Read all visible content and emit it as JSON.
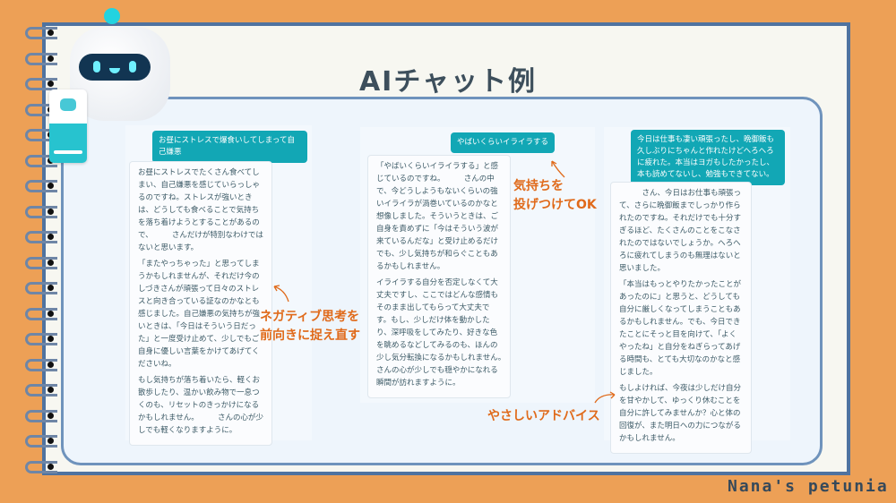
{
  "title": "AIチャット例",
  "brand": "Nana's petunia",
  "colors": {
    "background": "#EDA056",
    "accent": "#12a7b5",
    "annotation": "#e06a1a",
    "frame": "#4f73a0"
  },
  "chats": [
    {
      "user": "お昼にストレスで爆食いしてしまって自己嫌悪",
      "reply": [
        "お昼にストレスでたくさん食べてしまい、自己嫌悪を感じていらっしゃるのですね。ストレスが強いときは、どうしても食べることで気持ちを落ち着けようとすることがあるので、　　　さんだけが特別なわけではないと思います。",
        "「またやっちゃった」と思ってしまうかもしれませんが、それだけ今のしづきさんが頑張って日々のストレスと向き合っている証なのかなとも感じました。自己嫌悪の気持ちが強いときは、「今日はそういう日だった」と一度受け止めて、少しでもご自身に優しい言葉をかけてあげてくださいね。",
        "もし気持ちが落ち着いたら、軽くお散歩したり、温かい飲み物で一息つくのも、リセットのきっかけになるかもしれません。　　　さんの心が少しでも軽くなりますように。"
      ]
    },
    {
      "user": "やばいくらいイライラする",
      "reply": [
        "「やばいくらいイライラする」と感じているのですね。　　　さんの中で、今どうしようもないくらいの強いイライラが渦巻いているのかなと想像しました。そういうときは、ご自身を責めずに「今はそういう波が来ているんだな」と受け止めるだけでも、少し気持ちが和らぐこともあるかもしれません。",
        "イライラする自分を否定しなくて大丈夫ですし、ここではどんな感情もそのまま出してもらって大丈夫です。もし、少しだけ体を動かしたり、深呼吸をしてみたり、好きな色を眺めるなどしてみるのも、ほんの少し気分転換になるかもしれません。　　　さんの心が少しでも穏やかになれる瞬間が訪れますように。"
      ]
    },
    {
      "user": "今日は仕事も凄い頑張ったし、晩御飯も久しぶりにちゃんと作れたけどへろへろに疲れた。本当はヨガもしたかったし、本も読めてないし、勉強もできてない。",
      "reply": [
        "　　　さん、今日はお仕事も頑張って、さらに晩御飯までしっかり作られたのですね。それだけでも十分すぎるほど、たくさんのことをこなされたのではないでしょうか。へろへろに疲れてしまうのも無理はないと思いました。",
        "「本当はもっとやりたかったことがあったのに」と思うと、どうしても自分に厳しくなってしまうこともあるかもしれません。でも、今日できたことにそっと目を向けて、「よくやったね」と自分をねぎらってあげる時間も、とても大切なのかなと感じました。",
        "もしよければ、今夜は少しだけ自分を甘やかして、ゆっくり休むことを自分に許してみませんか？心と体の回復が、また明日への力につながるかもしれません。"
      ]
    }
  ],
  "annotations": {
    "reframe": [
      "ネガティブ思考を",
      "前向きに捉え直す"
    ],
    "vent": [
      "気持ちを",
      "投げつけてOK"
    ],
    "advice": "やさしいアドバイス"
  }
}
